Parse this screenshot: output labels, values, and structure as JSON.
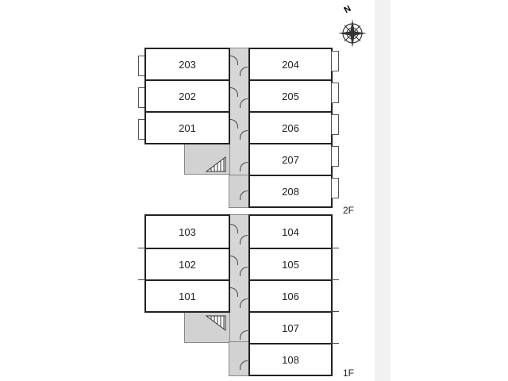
{
  "floors": [
    {
      "label": "2F",
      "rooms_left": [
        "203",
        "202",
        "201"
      ],
      "rooms_right": [
        "204",
        "205",
        "206",
        "207",
        "208"
      ]
    },
    {
      "label": "1F",
      "rooms_left": [
        "103",
        "102",
        "101"
      ],
      "rooms_right": [
        "104",
        "105",
        "106",
        "107",
        "108"
      ]
    }
  ],
  "compass": {
    "label": "N"
  },
  "colors": {
    "wall": "#222222",
    "corridor": "#d6d6d6",
    "background": "#ffffff"
  }
}
